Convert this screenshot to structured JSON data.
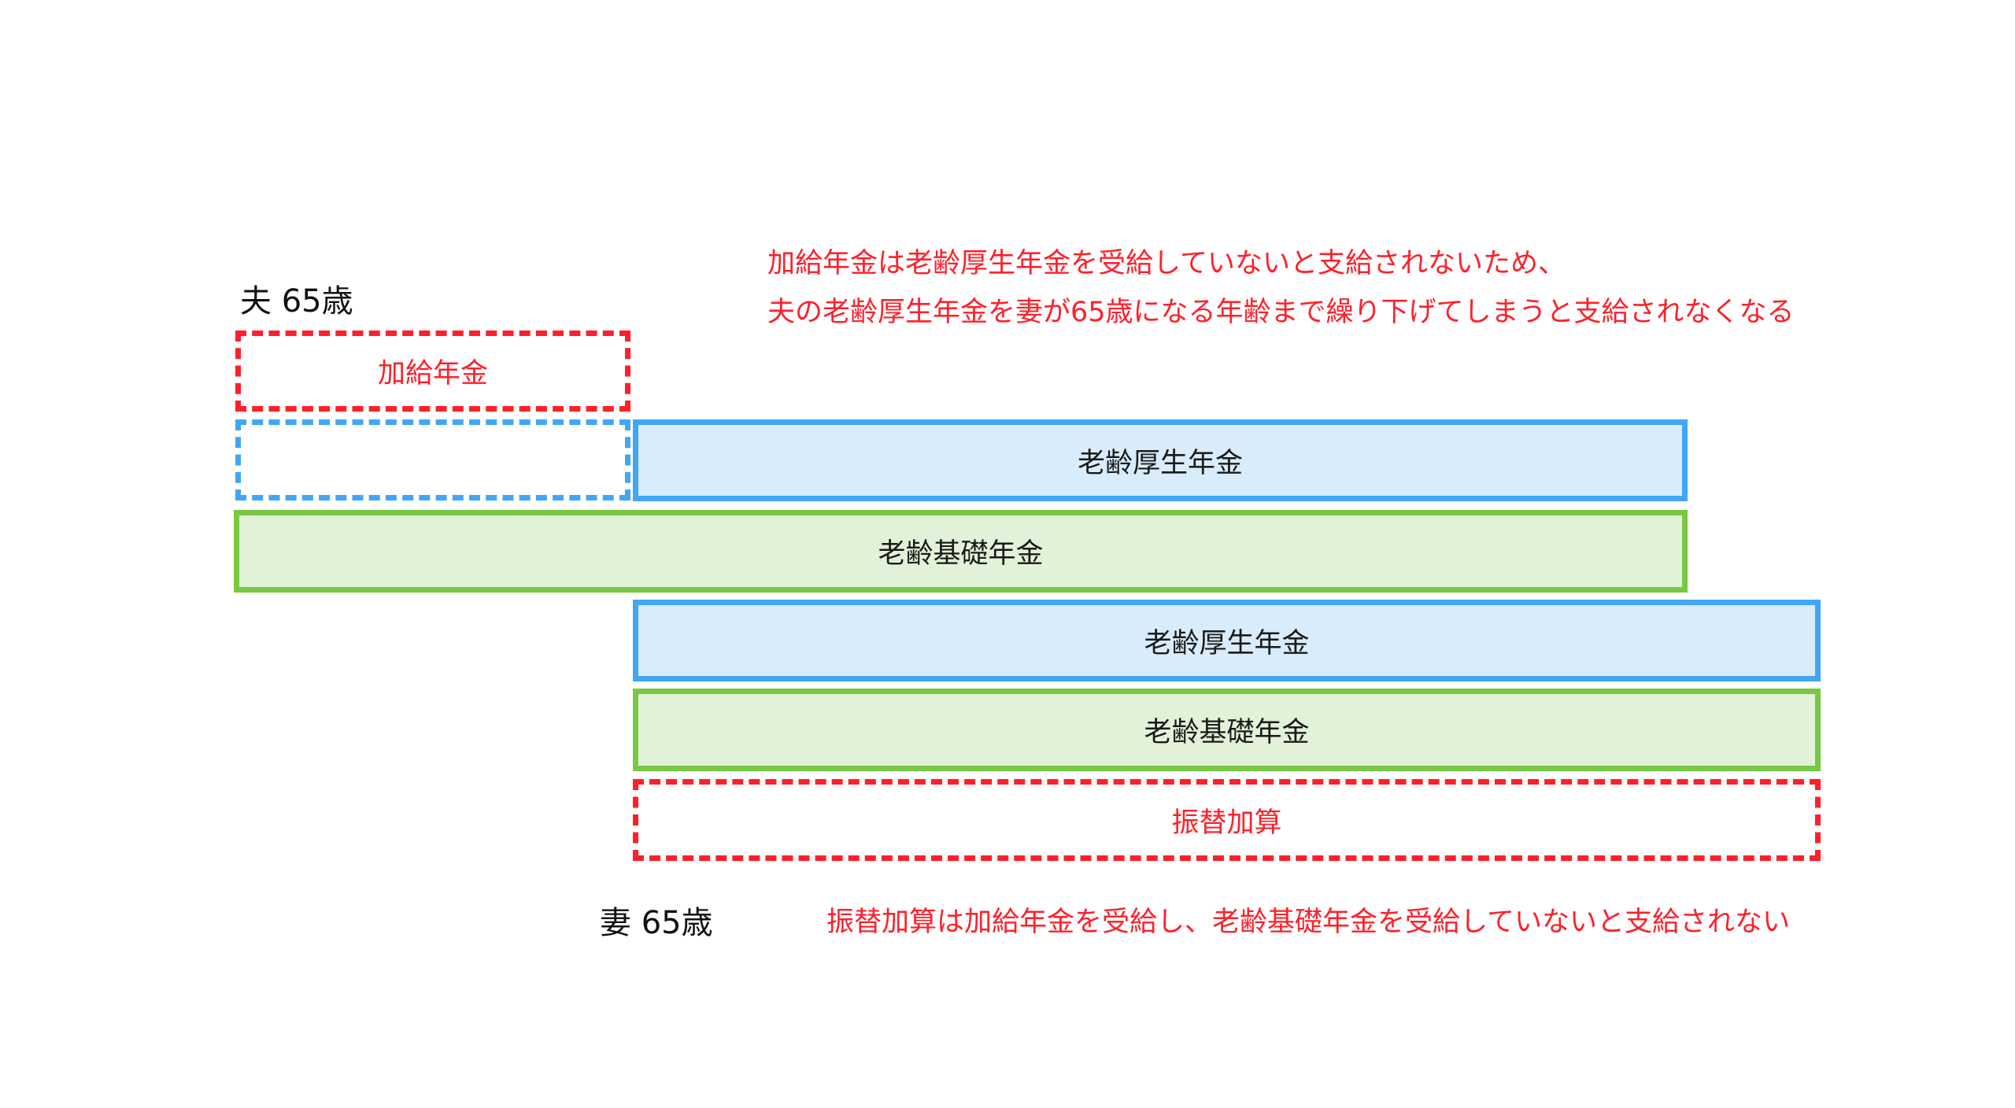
{
  "husband_label": "夫 65歳",
  "wife_label": "妻 65歳",
  "notes": {
    "kakyu_line1": "加給年金は老齢厚生年金を受給していないと支給されないため、",
    "kakyu_line2": "夫の老齢厚生年金を妻が65歳になる年齢まで繰り下げてしまうと支給されなくなる",
    "furikae": "振替加算は加給年金を受給し、老齢基礎年金を受給していないと支給されない"
  },
  "husband": {
    "kakyu": "加給年金",
    "kosei": "老齢厚生年金",
    "kiso": "老齢基礎年金"
  },
  "wife": {
    "kosei": "老齢厚生年金",
    "kiso": "老齢基礎年金",
    "furikae": "振替加算"
  },
  "colors": {
    "red": "#ff1f2a",
    "blue": "#41a6f4",
    "green": "#78c843"
  }
}
